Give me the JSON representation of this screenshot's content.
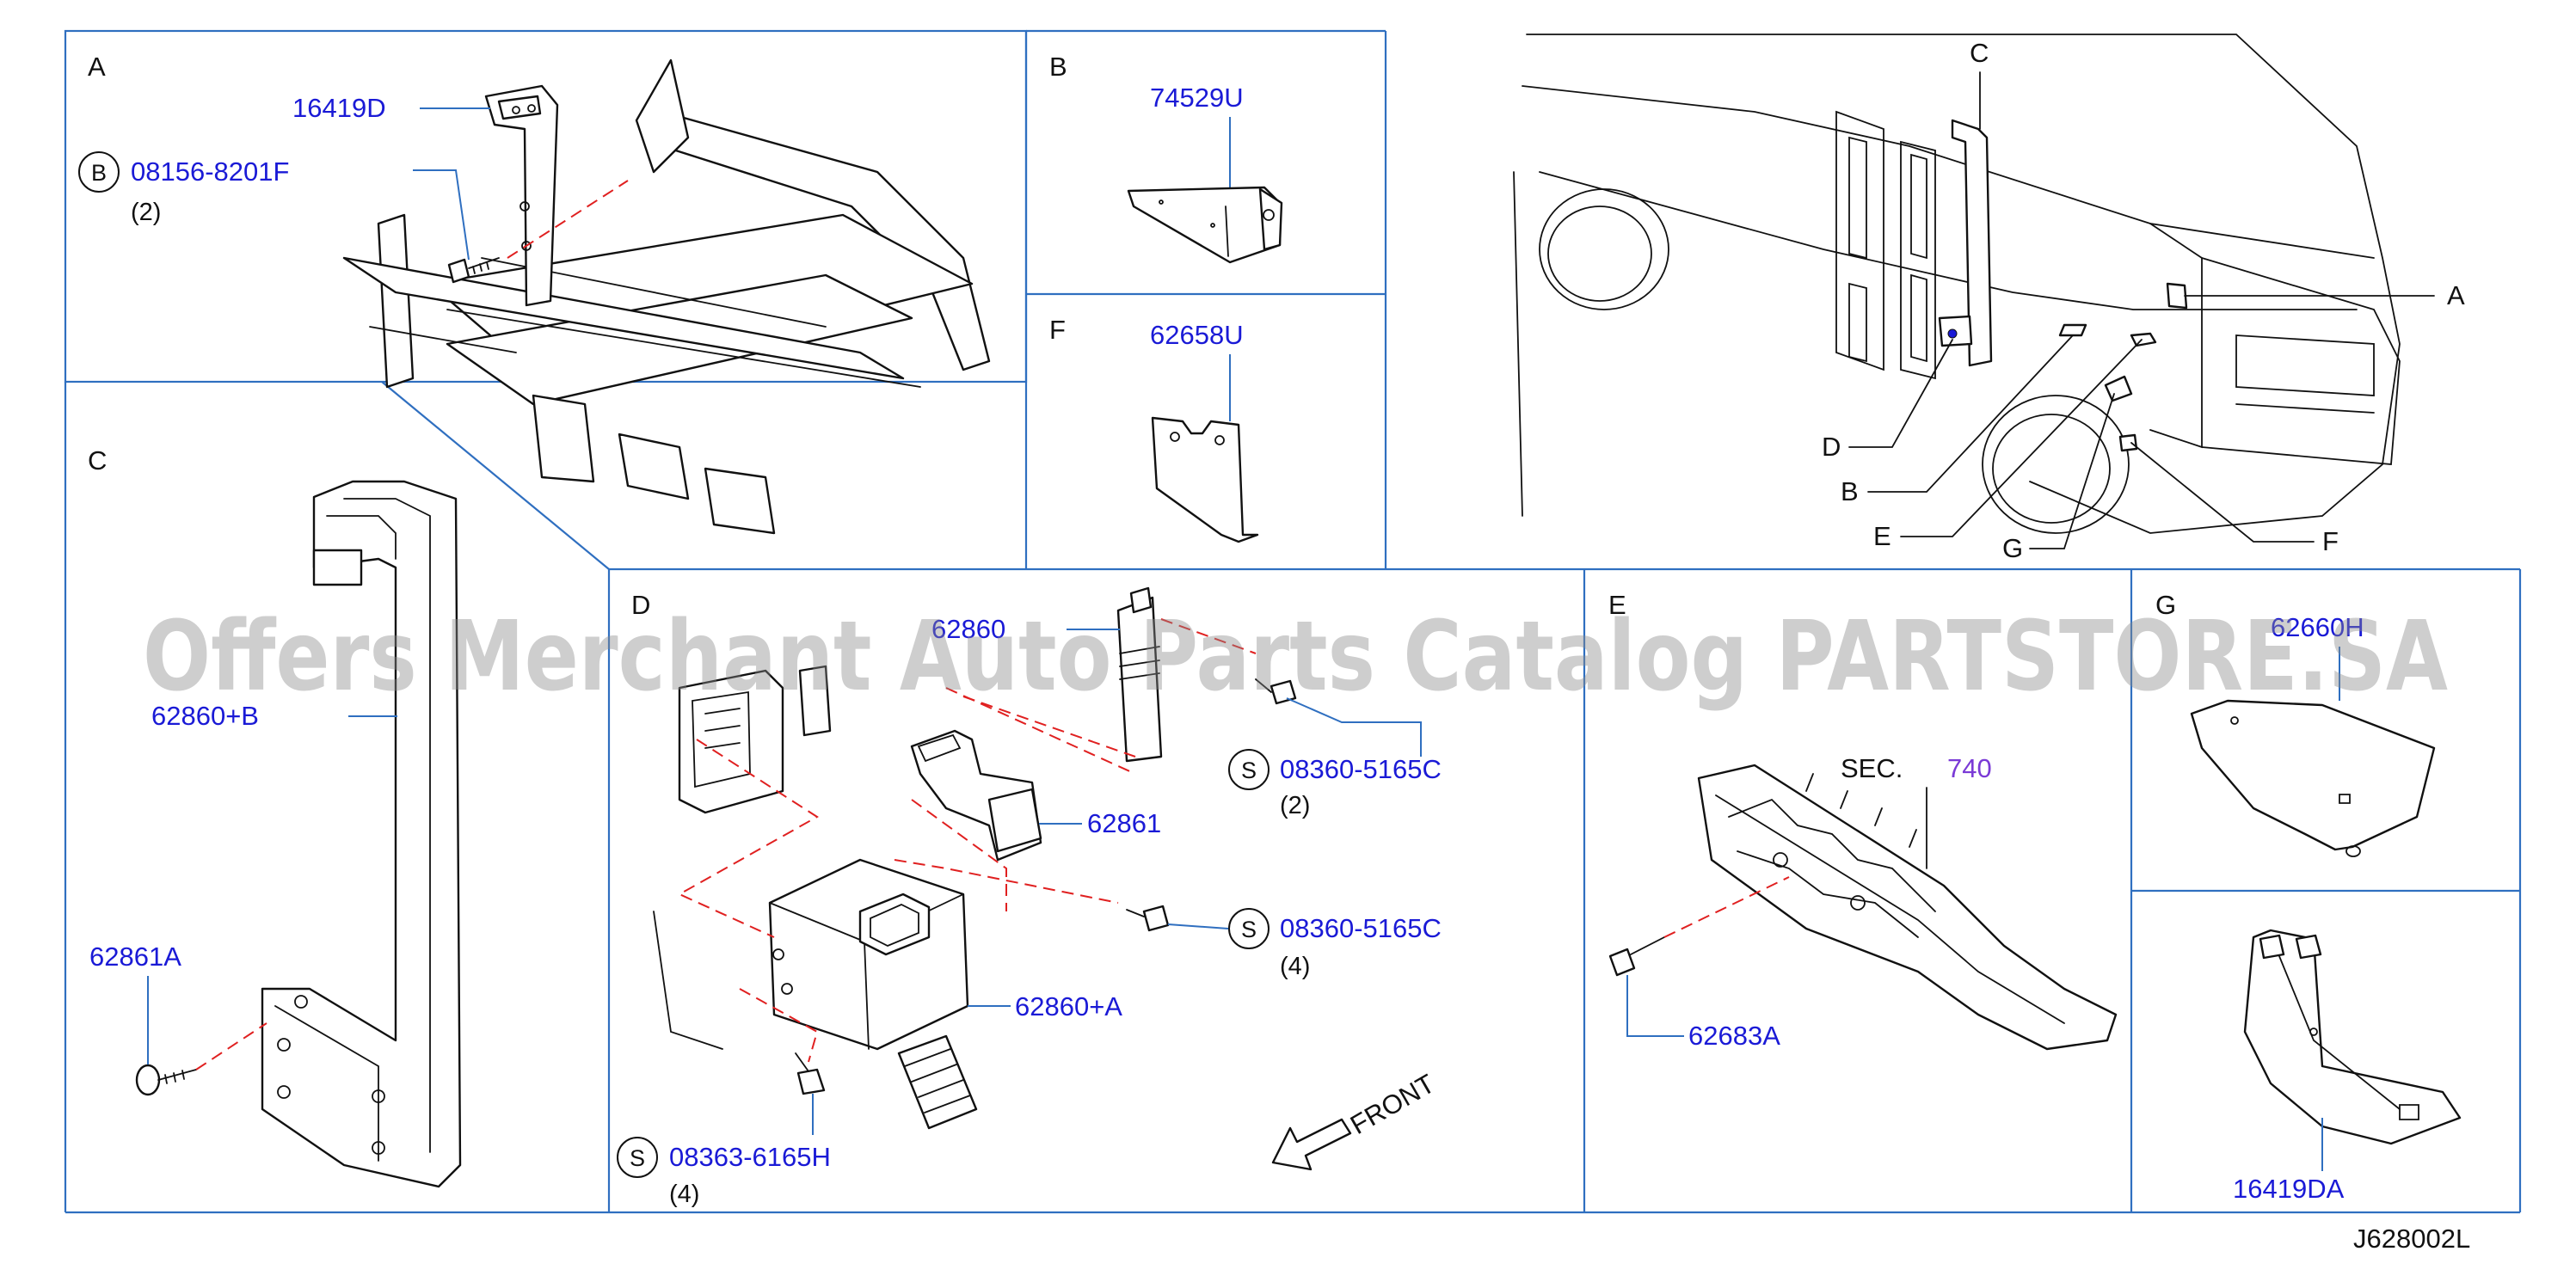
{
  "panels": {
    "A": {
      "letter": "A",
      "parts": [
        {
          "number": "16419D"
        },
        {
          "symbol": "B",
          "number": "08156-8201F",
          "qty": "(2)"
        }
      ]
    },
    "B": {
      "letter": "B",
      "parts": [
        {
          "number": "74529U"
        }
      ]
    },
    "F": {
      "letter": "F",
      "parts": [
        {
          "number": "62658U"
        }
      ]
    },
    "C": {
      "letter": "C",
      "parts": [
        {
          "number": "62860+B"
        },
        {
          "number": "62861A"
        }
      ]
    },
    "D": {
      "letter": "D",
      "parts": [
        {
          "number": "62860"
        },
        {
          "symbol": "S",
          "number": "08360-5165C",
          "qty": "(2)"
        },
        {
          "number": "62861"
        },
        {
          "symbol": "S",
          "number": "08360-5165C",
          "qty": "(4)"
        },
        {
          "number": "62860+A"
        },
        {
          "symbol": "S",
          "number": "08363-6165H",
          "qty": "(4)"
        }
      ],
      "front_label": "FRONT"
    },
    "E": {
      "letter": "E",
      "sec_prefix": "SEC.",
      "sec_number": "740",
      "parts": [
        {
          "number": "62683A"
        }
      ]
    },
    "G": {
      "letter": "G",
      "parts": [
        {
          "number": "62660H"
        },
        {
          "number": "16419DA"
        }
      ]
    }
  },
  "overview": {
    "callouts": [
      "C",
      "A",
      "D",
      "B",
      "E",
      "G",
      "F"
    ]
  },
  "watermark": "Offers Merchant Auto Parts Catalog PARTSTORE.SA",
  "diagram_ref": "J628002L",
  "colors": {
    "frame": "#2f6fc0",
    "part_number": "#1a1ad6",
    "section_number": "#7a3ad6",
    "dashed_line": "#e02020",
    "line_art": "#111111"
  }
}
